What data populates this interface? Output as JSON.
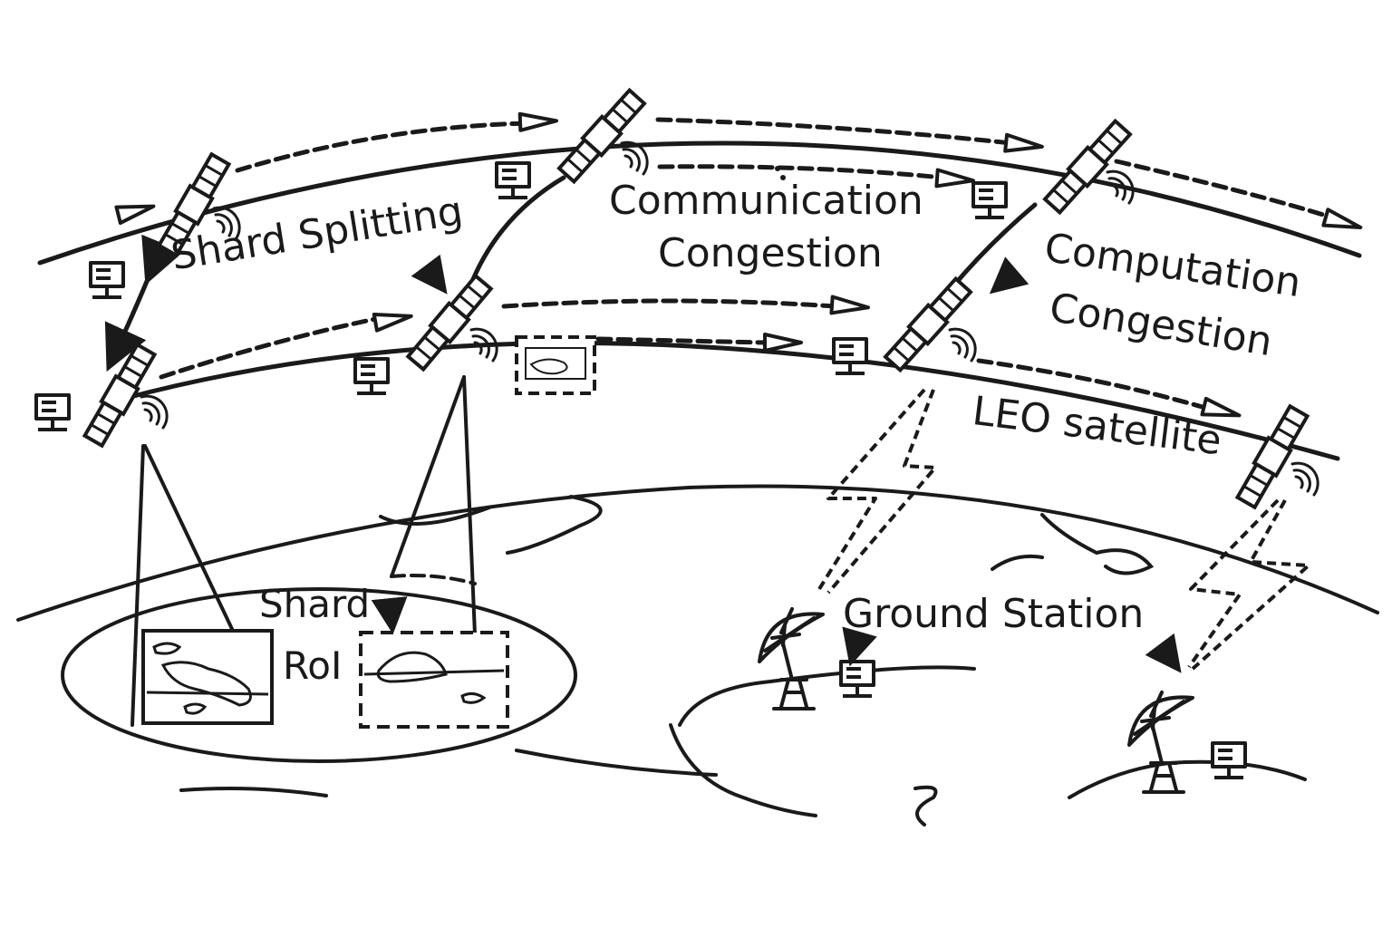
{
  "labels": {
    "shard_splitting": "Shard Splitting",
    "communication": "Communication",
    "congestion_comm": "Congestion",
    "computation": "Computation",
    "congestion_comp": "Congestion",
    "leo_satellite": "LEO satellite",
    "shard": "Shard",
    "roi": "RoI",
    "ground_station": "Ground Station"
  },
  "colors": {
    "ink": "#1a1a1a",
    "background": "#ffffff"
  }
}
